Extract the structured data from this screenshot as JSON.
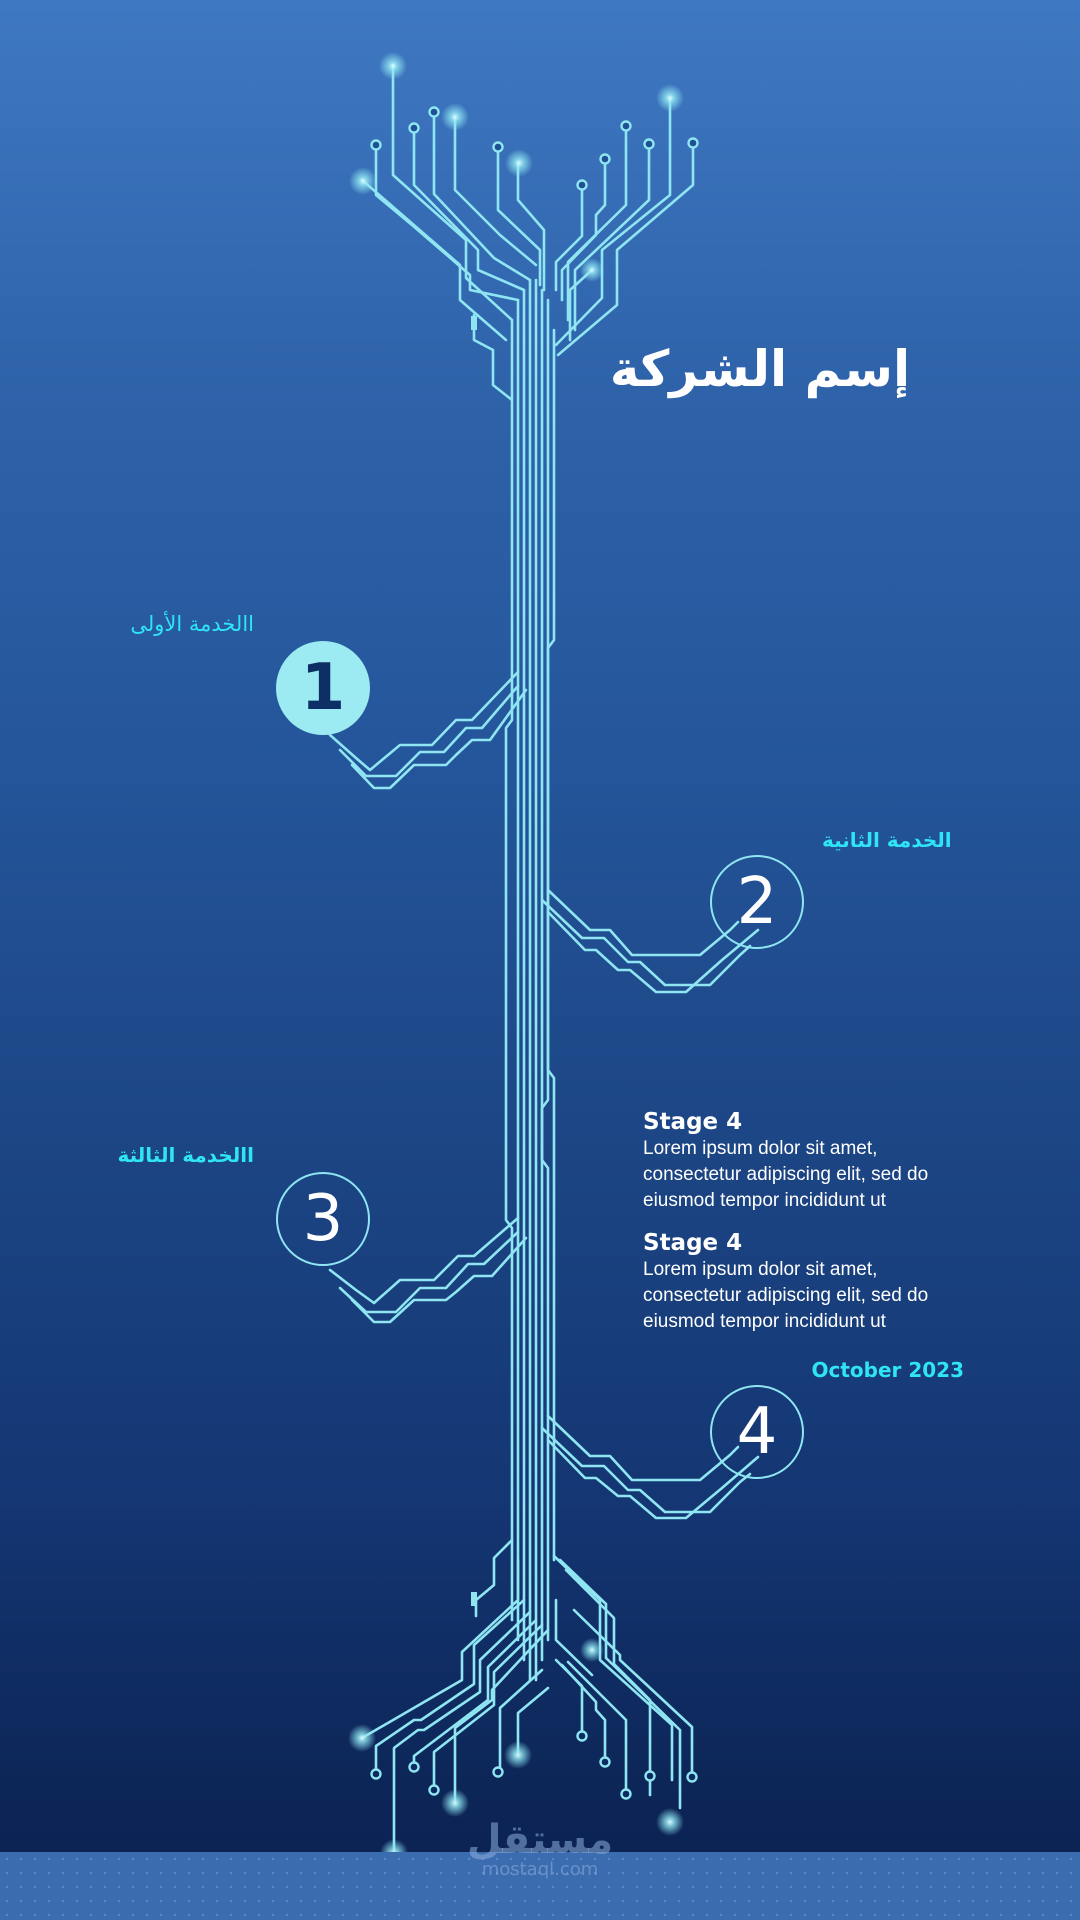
{
  "header": {
    "company_name": "إسم الشركة"
  },
  "services": [
    {
      "number": "1",
      "label": "االخدمة الأولى",
      "style": "filled"
    },
    {
      "number": "2",
      "label": "الخدمة الثانية",
      "style": "outline"
    },
    {
      "number": "3",
      "label": "االخدمة الثالثة",
      "style": "outline"
    },
    {
      "number": "4",
      "label": "",
      "style": "outline"
    }
  ],
  "stages": [
    {
      "title": "Stage 4",
      "lines": [
        "Lorem ipsum dolor sit amet,",
        "consectetur adipiscing elit, sed do",
        "eiusmod tempor incididunt ut"
      ]
    },
    {
      "title": "Stage 4",
      "lines": [
        "Lorem ipsum dolor sit amet,",
        "consectetur adipiscing elit, sed do",
        "eiusmod tempor incididunt ut"
      ]
    }
  ],
  "date": "October 2023",
  "watermark": {
    "arabic": "مستقل",
    "latin": "mostaql.com"
  },
  "colors": {
    "background_top": "#3f78c2",
    "background_bottom": "#0a2252",
    "circuit_line": "#8fe6f2",
    "accent_cyan": "#2ee4f5",
    "node_fill": "#9ceaf2",
    "footer_band": "#3b6cb0",
    "text_white": "#ffffff"
  },
  "icons": {
    "circuit_tree": "circuit-tree-graphic",
    "glow_node": "glowing-dot",
    "ring_terminal": "ring-terminal"
  }
}
